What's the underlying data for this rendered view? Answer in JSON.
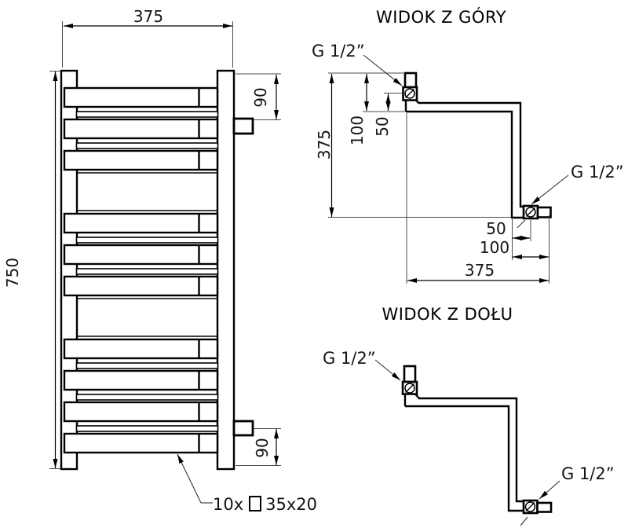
{
  "front_view": {
    "width_dim": "375",
    "height_dim": "750",
    "top_connection_offset_dim": "90",
    "bottom_connection_offset_dim": "90",
    "rung_label": {
      "prefix": "10x",
      "suffix": "35x20"
    }
  },
  "top_view": {
    "title": "WIDOK Z GÓRY",
    "top_connection_label": "G 1/2”",
    "bottom_connection_label": "G 1/2”",
    "depth_dim": "375",
    "offset_100_dim": "100",
    "offset_50_dim": "50",
    "bottom_offset_50_dim": "50",
    "bottom_offset_100_dim": "100",
    "width_dim": "375"
  },
  "bottom_view": {
    "title": "WIDOK Z DOŁU",
    "left_connection_label": "G 1/2”",
    "right_connection_label": "G 1/2”"
  },
  "colors": {
    "line": "#000000",
    "thin_line": "#4a4a4a",
    "background": "#ffffff"
  }
}
